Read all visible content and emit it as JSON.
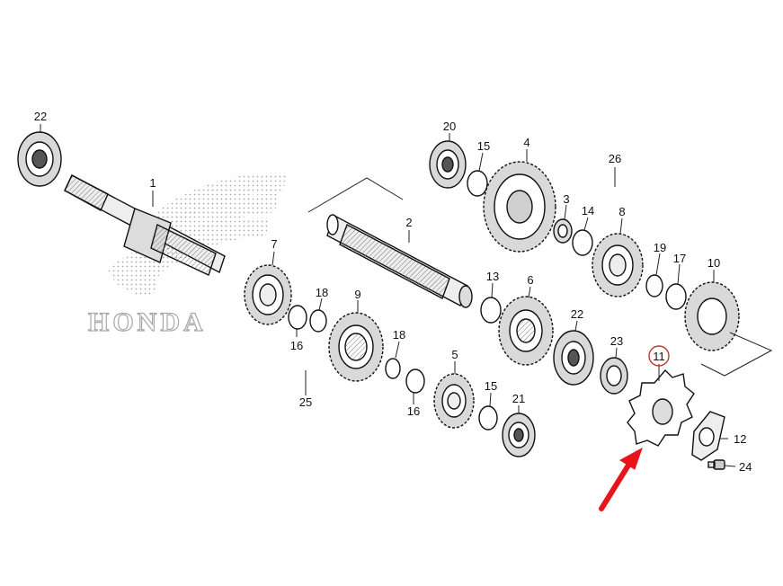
{
  "watermark": {
    "text": "HONDA"
  },
  "parts": [
    {
      "id": "22a",
      "label": "22"
    },
    {
      "id": "1",
      "label": "1"
    },
    {
      "id": "7",
      "label": "7"
    },
    {
      "id": "18a",
      "label": "18"
    },
    {
      "id": "16a",
      "label": "16"
    },
    {
      "id": "9",
      "label": "9"
    },
    {
      "id": "25",
      "label": "25"
    },
    {
      "id": "18b",
      "label": "18"
    },
    {
      "id": "16b",
      "label": "16"
    },
    {
      "id": "2",
      "label": "2"
    },
    {
      "id": "20",
      "label": "20"
    },
    {
      "id": "15a",
      "label": "15"
    },
    {
      "id": "4",
      "label": "4"
    },
    {
      "id": "3",
      "label": "3"
    },
    {
      "id": "14",
      "label": "14"
    },
    {
      "id": "26",
      "label": "26"
    },
    {
      "id": "8",
      "label": "8"
    },
    {
      "id": "19",
      "label": "19"
    },
    {
      "id": "17",
      "label": "17"
    },
    {
      "id": "10",
      "label": "10"
    },
    {
      "id": "13",
      "label": "13"
    },
    {
      "id": "6",
      "label": "6"
    },
    {
      "id": "5",
      "label": "5"
    },
    {
      "id": "15b",
      "label": "15"
    },
    {
      "id": "21",
      "label": "21"
    },
    {
      "id": "22b",
      "label": "22"
    },
    {
      "id": "23",
      "label": "23"
    },
    {
      "id": "11",
      "label": "11"
    },
    {
      "id": "12",
      "label": "12"
    },
    {
      "id": "24",
      "label": "24"
    }
  ],
  "highlight": {
    "part_label": "11",
    "circle_color": "#c0392b",
    "arrow_color": "#e8141b"
  }
}
